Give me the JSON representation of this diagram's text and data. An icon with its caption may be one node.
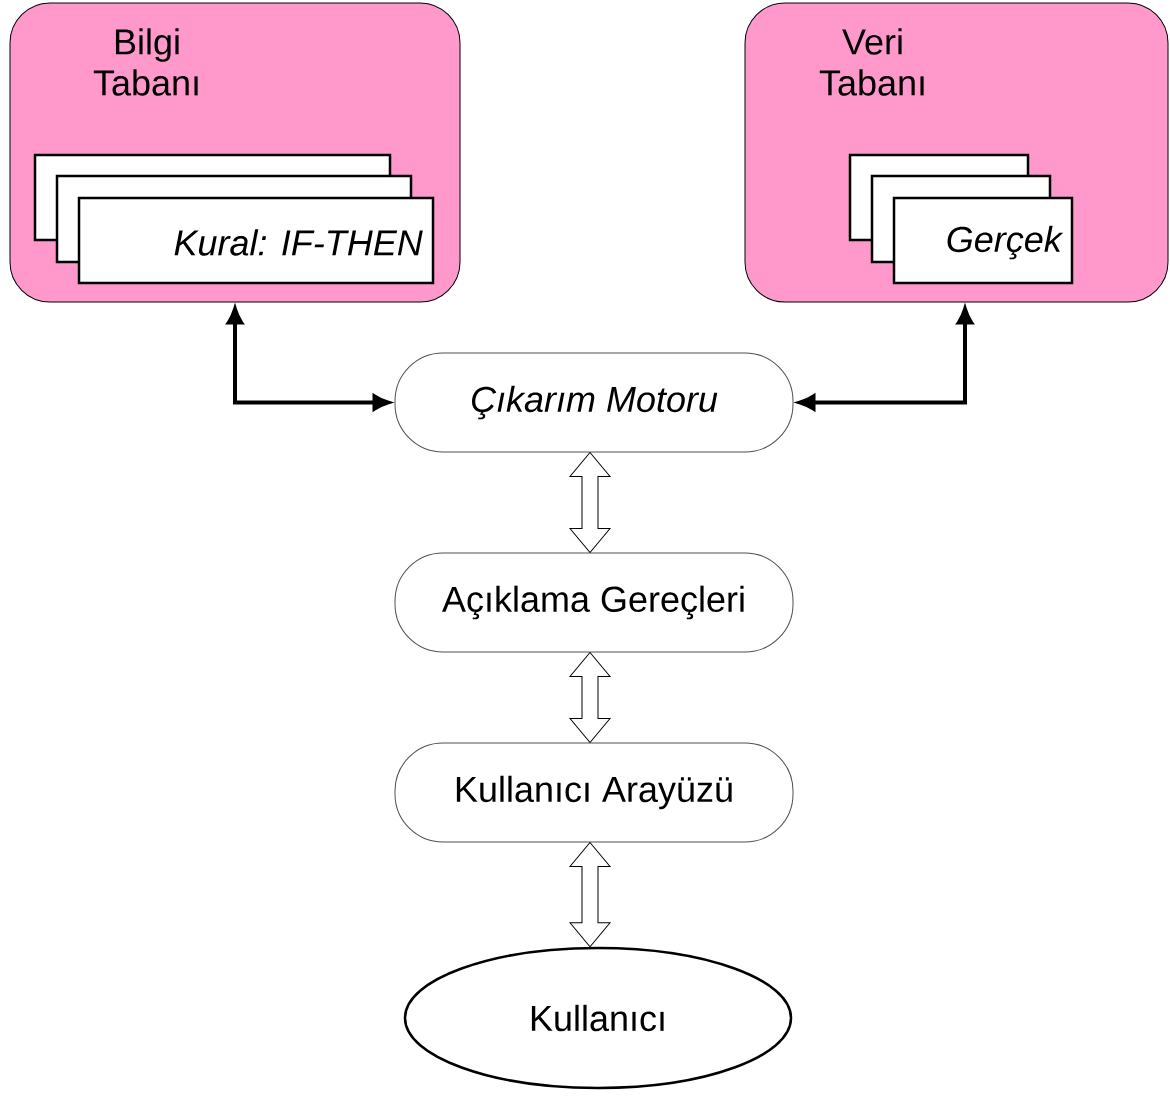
{
  "diagram": {
    "nodes": [
      {
        "text": [
          "Bilgi Tabanı"
        ]
      },
      {
        "text": [],
        "shape": "box",
        "in": 0
      },
      {
        "text": [],
        "shape": "box",
        "in": 0
      },
      {
        "text": [
          "Kural: IF-THEN"
        ],
        "in": 0
      },
      {
        "text": [
          "Veri Tabanı"
        ]
      },
      {
        "text": [],
        "shape": "box",
        "in": 4
      },
      {
        "text": [],
        "shape": "box",
        "in": 4
      },
      {
        "text": [
          "Gerçek"
        ],
        "in": 4
      },
      {
        "text": [
          "Çıkarım Motoru"
        ]
      },
      {
        "text": [
          "Açıklama Gereçleri"
        ]
      },
      {
        "text": [
          "Kullanıcı Arayüzü"
        ]
      },
      {
        "text": [
          "Kullanıcı"
        ]
      }
    ],
    "edges": [
      {
        "from": 0,
        "to": 8,
        "arrow": "both"
      },
      {
        "from": 4,
        "to": 8,
        "arrow": "both"
      },
      {
        "from": 8,
        "to": 9,
        "arrow": "both"
      },
      {
        "from": 9,
        "to": 10,
        "arrow": "both"
      },
      {
        "from": 10,
        "to": 11,
        "arrow": "both"
      }
    ]
  }
}
